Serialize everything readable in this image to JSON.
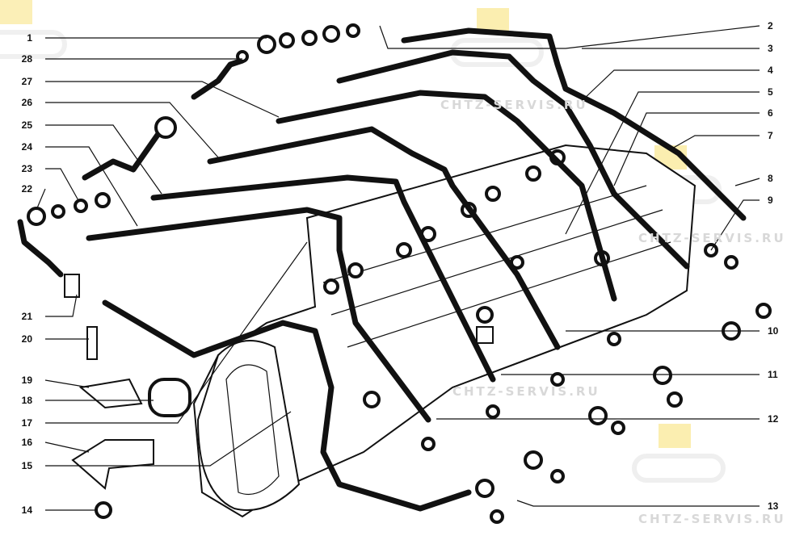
{
  "diagram": {
    "title": "Fuel injection pump high-pressure pipes (exploded view)",
    "watermark": "CHTZ-SERVIS.RU",
    "left_labels": [
      "1",
      "28",
      "27",
      "26",
      "25",
      "24",
      "23",
      "22",
      "21",
      "20",
      "19",
      "18",
      "17",
      "16",
      "15",
      "14"
    ],
    "right_labels": [
      "2",
      "3",
      "4",
      "5",
      "6",
      "7",
      "8",
      "9",
      "10",
      "11",
      "12",
      "13"
    ]
  }
}
